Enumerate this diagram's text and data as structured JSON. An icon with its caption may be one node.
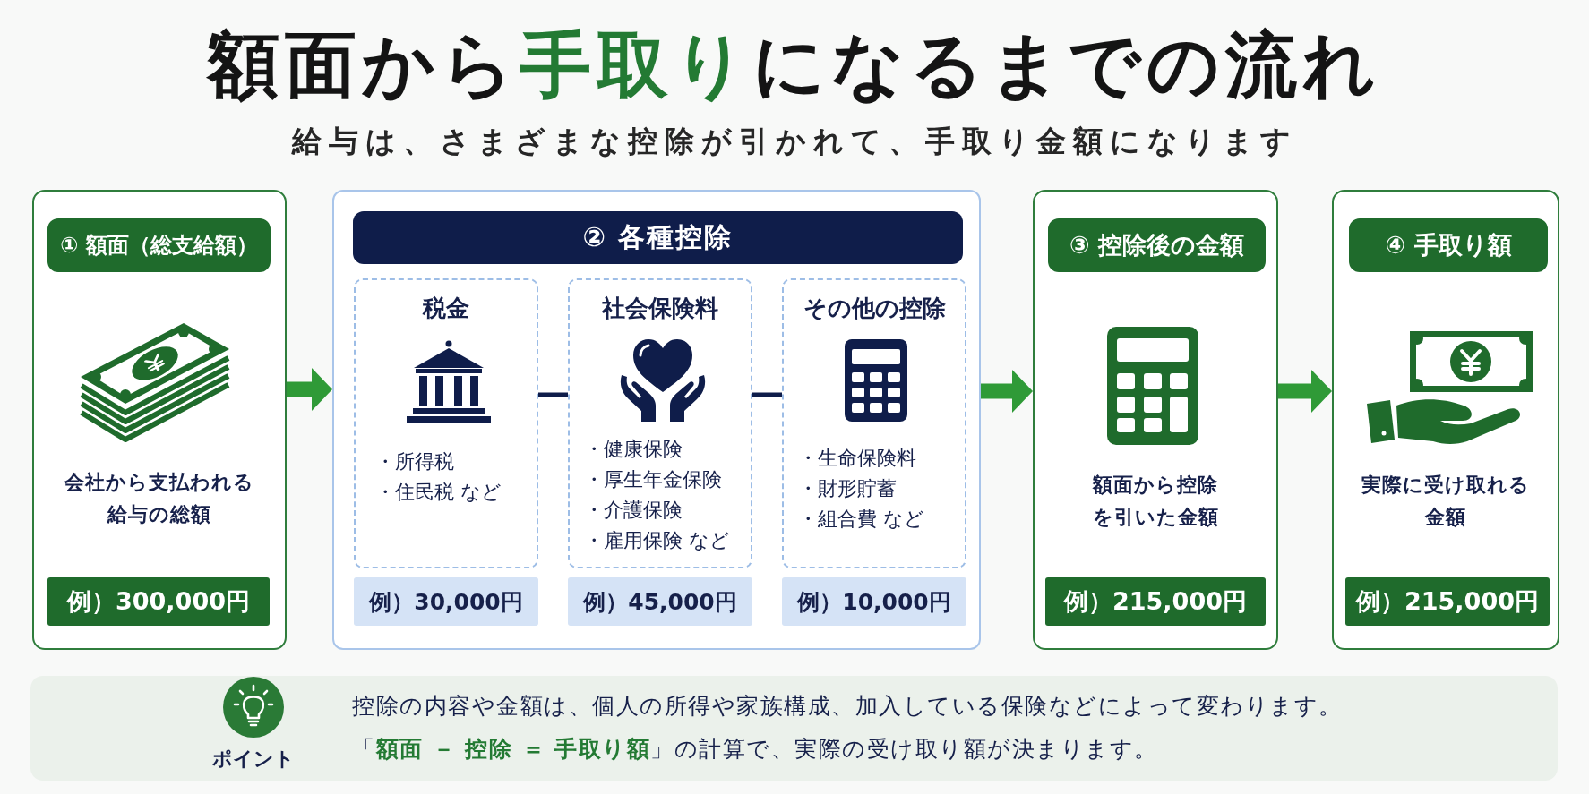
{
  "diagram": {
    "title": "額面から**手取り**になるまでの流れ",
    "nodes": [
      {
        "text": [
          "会社から支払われる給与の総額"
        ]
      },
      {
        "text": [
          "① 額面（総支給額）"
        ],
        "in": 0
      },
      {
        "text": [
          "例）300,000円"
        ],
        "in": 0
      },
      {
        "text": [],
        "shape": "box"
      },
      {
        "text": [
          "② 各種控除"
        ],
        "in": 3
      },
      {
        "text": [
          "税金",
          "・所得税",
          "・住民税 など"
        ],
        "in": 3
      },
      {
        "text": [
          "例）30,000円"
        ],
        "in": 3
      },
      {
        "text": [
          "社会保険料",
          "・健康保険",
          "・厚生年金保険",
          "・介護保険",
          "・雇用保険 など"
        ],
        "in": 3
      },
      {
        "text": [
          "例）45,000円"
        ],
        "in": 3
      },
      {
        "text": [
          "その他の控除",
          "・生命保険料",
          "・財形貯蓄",
          "・組合費 など"
        ],
        "in": 3
      },
      {
        "text": [
          "例）10,000円"
        ],
        "in": 3
      },
      {
        "text": [
          "額面から控除を引いた金額"
        ]
      },
      {
        "text": [
          "③ 控除後の金額"
        ],
        "in": 11
      },
      {
        "text": [
          "例）215,000円"
        ],
        "in": 11
      },
      {
        "text": [
          "実際に受け取れる金額"
        ]
      },
      {
        "text": [
          "④ 手取り額"
        ],
        "in": 14
      },
      {
        "text": [
          "例）215,000円"
        ],
        "in": 14
      },
      {
        "text": [
          "ポイント",
          "控除の内容や金額は、個人の所得や家族構成、加入している保険などによって変わります。",
          "「**額面 － 控除 ＝ 手取り額**」の計算で、実際の受け取り額が決まります。"
        ]
      }
    ],
    "edges": [
      {
        "from": 0,
        "to": 3,
        "arrow": "to"
      },
      {
        "from": 5,
        "to": 7,
        "arrow": "none",
        "color": "#0f1d4a"
      },
      {
        "from": 7,
        "to": 9,
        "arrow": "none",
        "color": "#0f1d4a"
      },
      {
        "from": 3,
        "to": 11,
        "arrow": "to"
      },
      {
        "from": 11,
        "to": 14,
        "arrow": "to"
      }
    ],
    "labels": [
      "給与は、さまざまな控除が引かれて、手取り金額になります"
    ]
  }
}
